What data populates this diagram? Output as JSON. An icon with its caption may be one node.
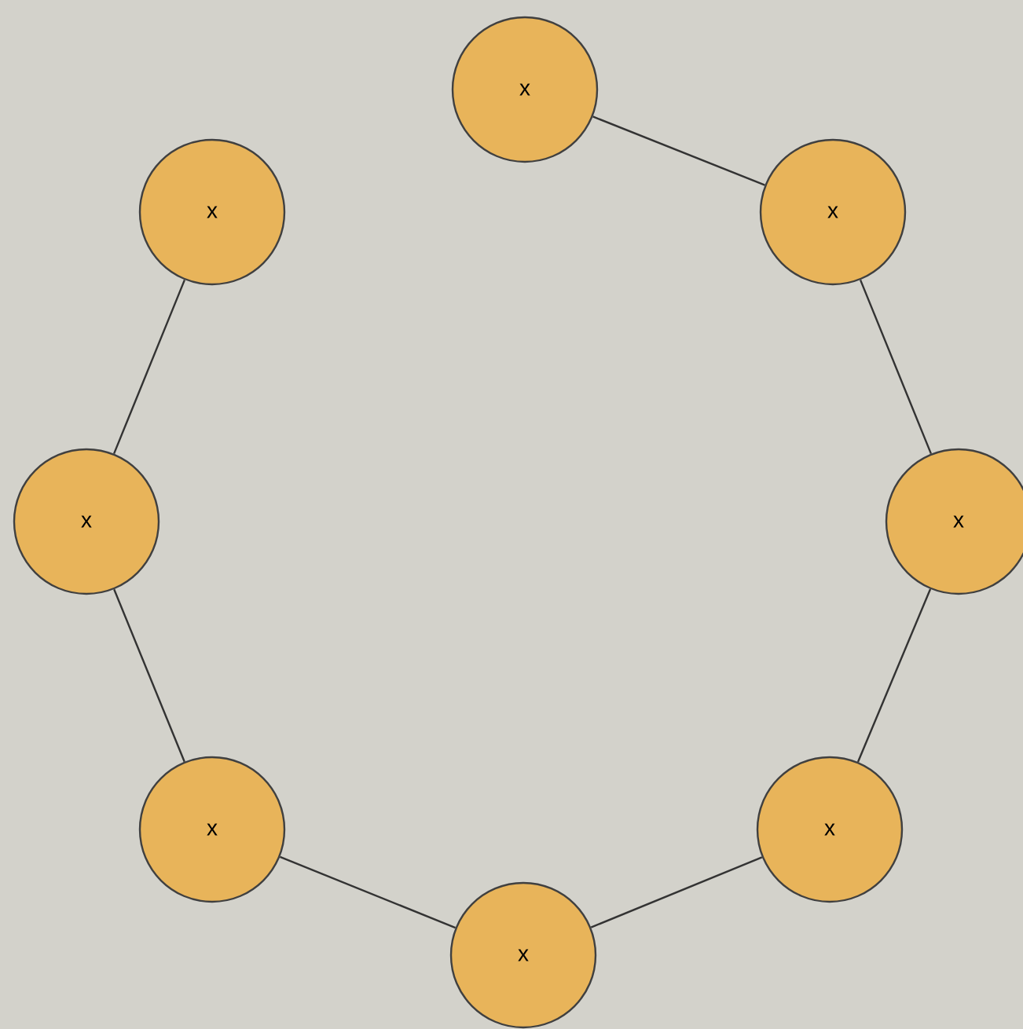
{
  "diagram": {
    "nodes": [
      {
        "text": [
          "x"
        ]
      },
      {
        "text": [
          "x"
        ]
      },
      {
        "text": [
          "x"
        ]
      },
      {
        "text": [
          "x"
        ]
      },
      {
        "text": [
          "x"
        ]
      },
      {
        "text": [
          "x"
        ]
      },
      {
        "text": [
          "x"
        ]
      },
      {
        "text": [
          "x"
        ]
      }
    ],
    "edges": [
      {
        "from": 0,
        "to": 2,
        "arrow": "none"
      },
      {
        "from": 2,
        "to": 4,
        "arrow": "none"
      },
      {
        "from": 4,
        "to": 6,
        "arrow": "none"
      },
      {
        "from": 6,
        "to": 7,
        "arrow": "none"
      },
      {
        "from": 7,
        "to": 5,
        "arrow": "none"
      },
      {
        "from": 5,
        "to": 3,
        "arrow": "none"
      },
      {
        "from": 3,
        "to": 1,
        "arrow": "none"
      }
    ]
  }
}
